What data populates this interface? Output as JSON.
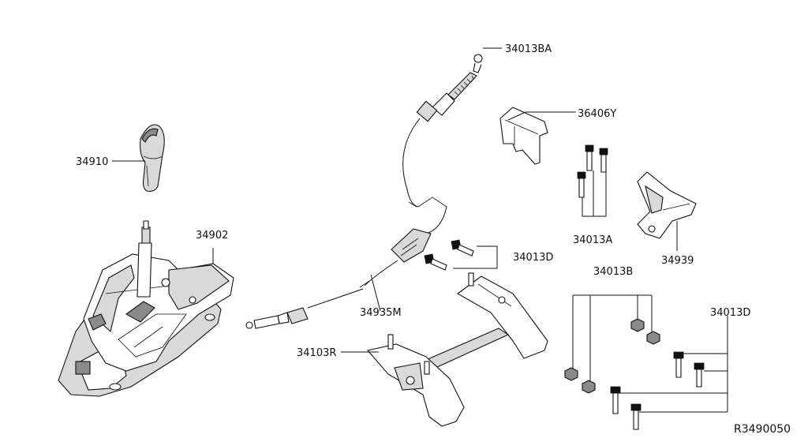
{
  "diagram": {
    "parts": {
      "p34013BA": "34013BA",
      "p36406Y": "36406Y",
      "p34910": "34910",
      "p34902": "34902",
      "p34013A": "34013A",
      "p34939": "34939",
      "p34013D_upper": "34013D",
      "p34013B": "34013B",
      "p34935M": "34935M",
      "p34013D_lower": "34013D",
      "p34103R": "34103R"
    },
    "reference_code": "R3490050"
  }
}
